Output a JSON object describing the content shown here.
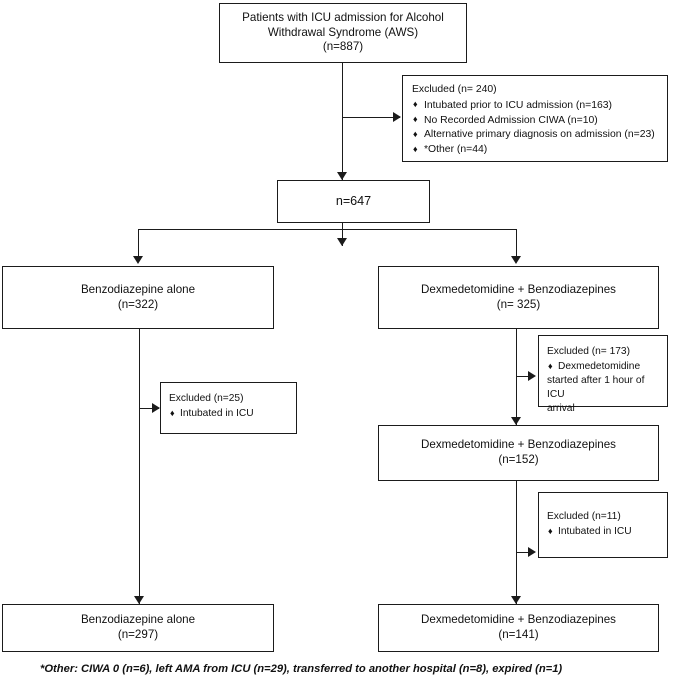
{
  "diagram": {
    "type": "patient-flow-consort-diagram",
    "boxes": {
      "cohort_top": {
        "lines": [
          "Patients with ICU admission for Alcohol",
          "Withdrawal Syndrome (AWS)",
          "(n=887)"
        ]
      },
      "excluded_240": {
        "header": "Excluded (n= 240)",
        "items": [
          "Intubated prior to ICU admission (n=163)",
          "No Recorded Admission CIWA (n=10)",
          "Alternative primary diagnosis on admission (n=23)",
          "*Other (n=44)"
        ]
      },
      "eligible_647": {
        "lines": [
          "n=647"
        ]
      },
      "benzo_322": {
        "lines": [
          "Benzodiazepine alone",
          "(n=322)"
        ]
      },
      "dex_325": {
        "lines": [
          "Dexmedetomidine + Benzodiazepines",
          "(n= 325)"
        ]
      },
      "excluded_25": {
        "header": "Excluded (n=25)",
        "items": [
          "Intubated in ICU"
        ]
      },
      "excluded_173": {
        "header": "Excluded (n= 173)",
        "items": [
          "Dexmedetomidine"
        ],
        "continuation": [
          "started after 1 hour of ICU",
          "arrival"
        ]
      },
      "dex_152": {
        "lines": [
          "Dexmedetomidine + Benzodiazepines",
          "(n=152)"
        ]
      },
      "excluded_11": {
        "header": "Excluded (n=11)",
        "items": [
          "Intubated in ICU"
        ]
      },
      "benzo_297": {
        "lines": [
          "Benzodiazepine alone",
          "(n=297)"
        ]
      },
      "dex_141": {
        "lines": [
          "Dexmedetomidine + Benzodiazepines",
          "(n=141)"
        ]
      }
    },
    "footnote": "*Other: CIWA 0 (n=6), left AMA from ICU (n=29), transferred to another hospital (n=8), expired (n=1)",
    "colors": {
      "stroke": "#1b1b1b",
      "background": "#ffffff",
      "text": "#111111"
    }
  }
}
